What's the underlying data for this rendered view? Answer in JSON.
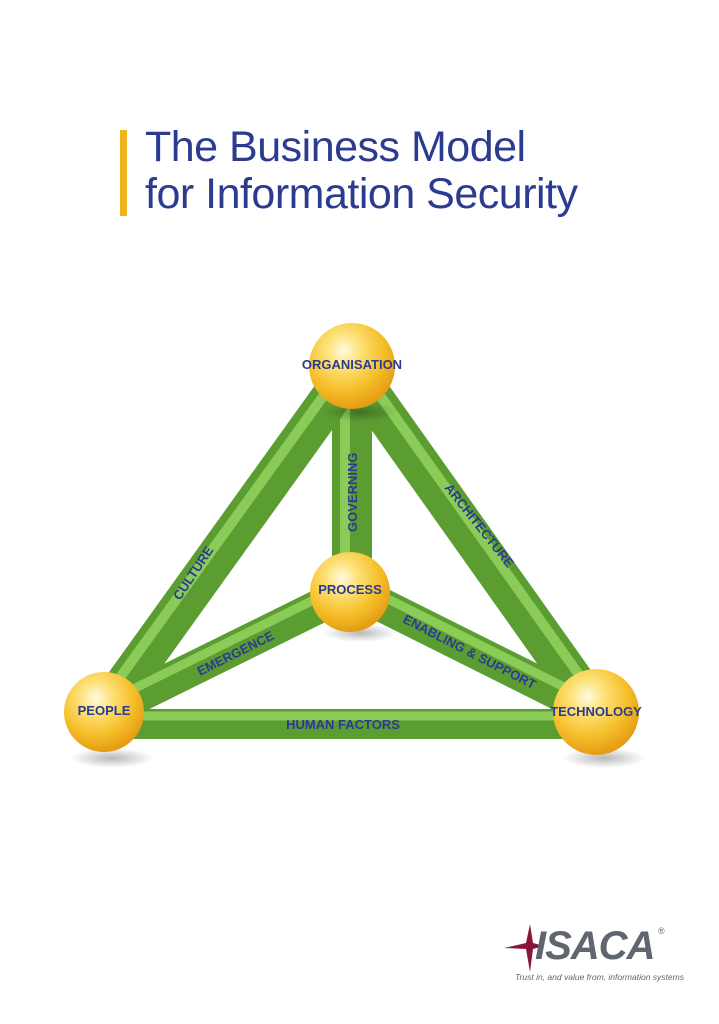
{
  "title": {
    "line1": "The Business Model",
    "line2": "for Information Security"
  },
  "diagram": {
    "nodes": {
      "organisation": "ORGANISATION",
      "process": "PROCESS",
      "people": "PEOPLE",
      "technology": "TECHNOLOGY"
    },
    "edges": {
      "governing": "GOVERNING",
      "culture": "CULTURE",
      "architecture": "ARCHITECTURE",
      "emergence": "EMERGENCE",
      "enabling_support": "ENABLING & SUPPORT",
      "human_factors": "HUMAN FACTORS"
    }
  },
  "logo": {
    "name": "ISACA",
    "registered": "®",
    "tagline": "Trust in, and value from, information systems"
  },
  "colors": {
    "title": "#2b3b8f",
    "accent_bar": "#f0b41c",
    "connector": "#6fb43f",
    "sphere": "#f6c02c",
    "logo_star": "#8b1538"
  }
}
